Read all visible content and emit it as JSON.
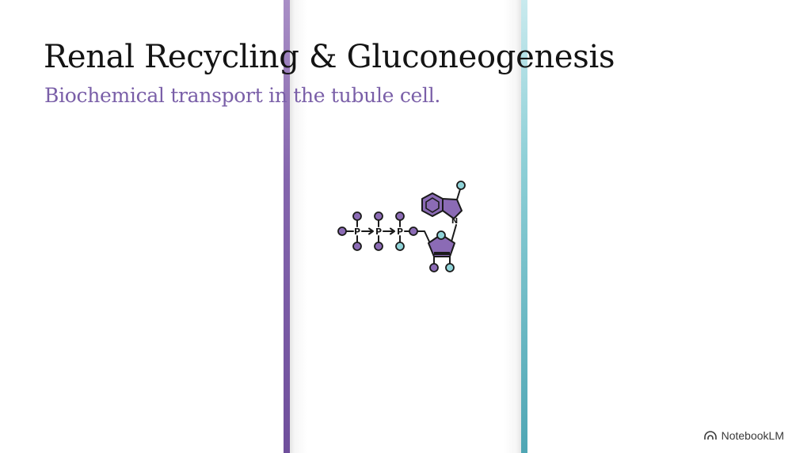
{
  "slide": {
    "title": "Renal Recycling & Gluconeogenesis",
    "subtitle": "Biochemical transport in the tubule cell."
  },
  "illustration": {
    "icon": "nucleotide-triphosphate-icon",
    "phosphate_labels": [
      "P",
      "P",
      "P"
    ],
    "nitrogen_label": "N",
    "colors": {
      "purple": "#8b6bb5",
      "teal": "#8fd3d8",
      "outline": "#1a1a1a"
    }
  },
  "branding": {
    "label": "NotebookLM",
    "icon": "notebooklm-logo-icon"
  },
  "colors": {
    "accent_purple": "#7a5fa8",
    "accent_teal": "#5fb3bf",
    "title_text": "#141414"
  }
}
